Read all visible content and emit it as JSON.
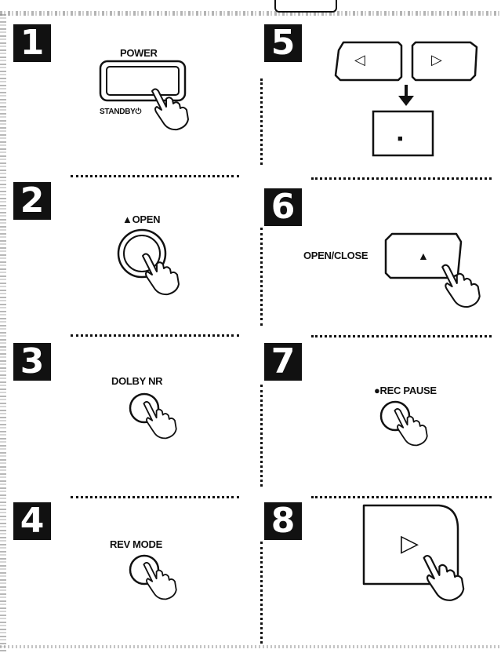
{
  "steps": [
    {
      "number": "1",
      "top_label": "POWER",
      "bottom_label": "STANDBY⏻"
    },
    {
      "number": "2",
      "label": "▲OPEN"
    },
    {
      "number": "3",
      "label": "DOLBY NR"
    },
    {
      "number": "4",
      "label": "REV MODE"
    },
    {
      "number": "5",
      "buttons": [
        "◁",
        "▷",
        "■"
      ]
    },
    {
      "number": "6",
      "label": "OPEN/CLOSE",
      "button_symbol": "▲"
    },
    {
      "number": "7",
      "label": "●REC PAUSE"
    },
    {
      "number": "8",
      "button_symbol": "▷"
    }
  ]
}
